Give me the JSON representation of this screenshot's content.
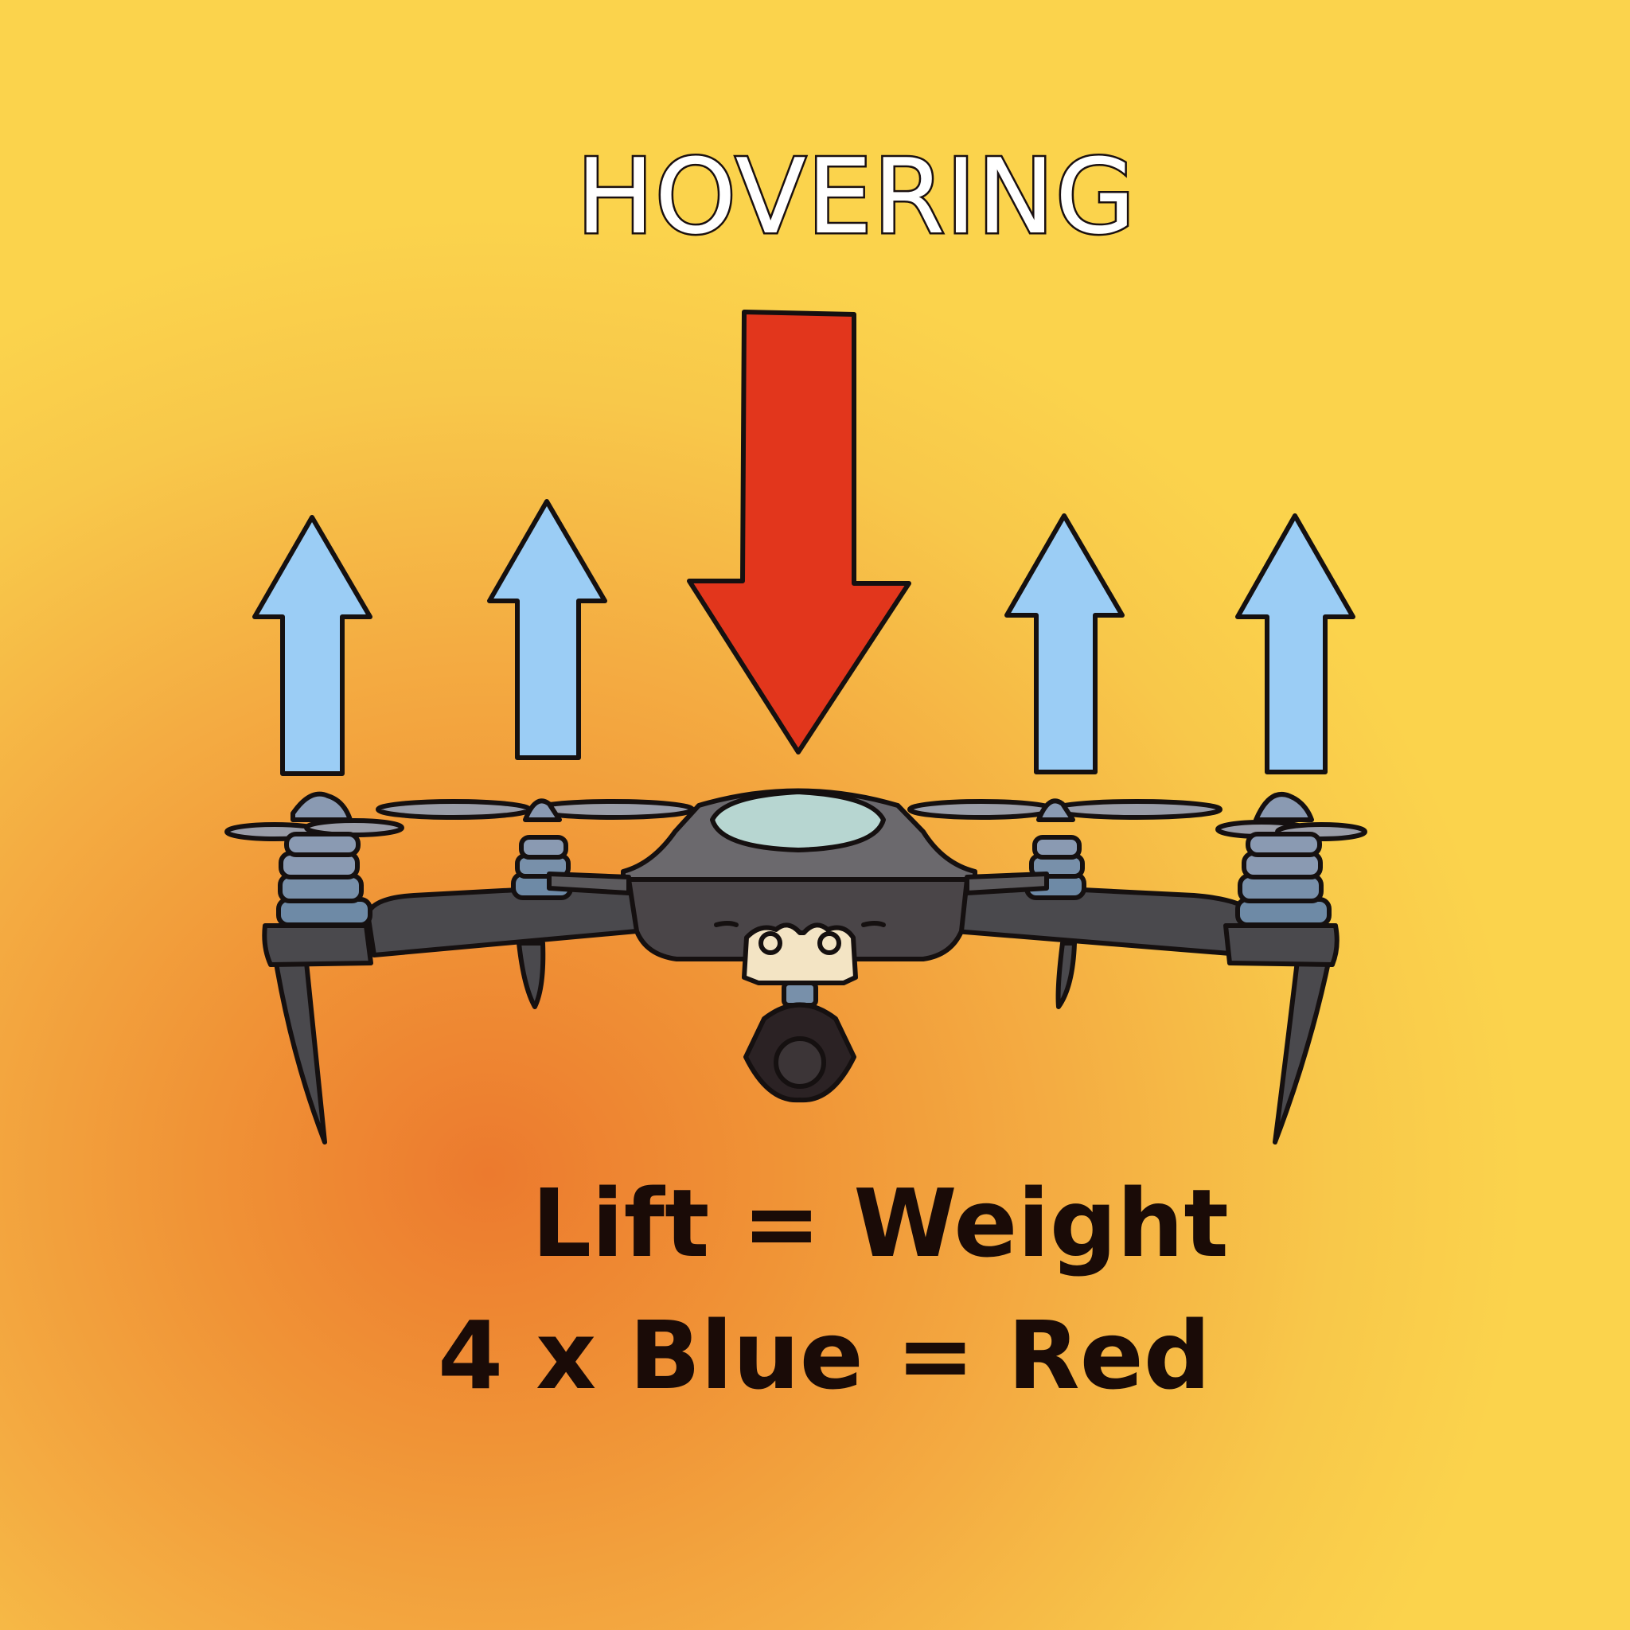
{
  "title": "HOVERING",
  "equations": {
    "line1": "Lift = Weight",
    "line2": "4 x Blue = Red"
  },
  "arrows": {
    "lift_count": 4,
    "lift_color": "#9bcdf5",
    "weight_color": "#e2361c"
  },
  "colors": {
    "drone_body": "#5c5a5d",
    "outline": "#151010"
  }
}
